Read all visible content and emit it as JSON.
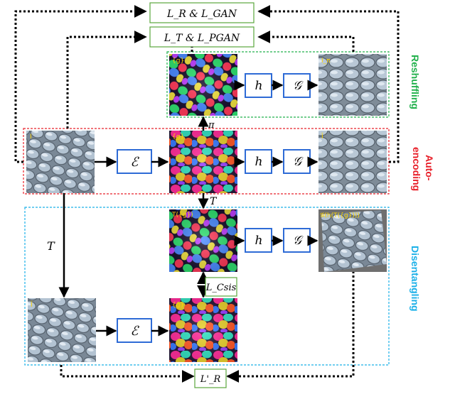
{
  "loss_boxes": {
    "top": "L_R & L_GAN",
    "second": "L_T & L_PGAN",
    "csis": "L_Csis",
    "bottom": "L'_R"
  },
  "modules": {
    "encoder": "ℰ",
    "h": "h",
    "generator": "𝒢"
  },
  "edge_labels": {
    "pi": "π",
    "T_mid": "T",
    "T_left": "T"
  },
  "image_tags": {
    "reshuffle_in": "{g}",
    "reshuffle_out": "I_π",
    "input": "I",
    "encode_out": "{g}",
    "recon": "Î",
    "transformed_g": "T({g})",
    "transformed_out": "𝒢(h(T({g})))",
    "transformed_input": "Ĩ",
    "g_tilde": "{ĝ}"
  },
  "sections": {
    "reshuffling": "Reshuffling",
    "autoencoding_1": "Auto-",
    "autoencoding_2": "encoding",
    "disentangling": "Disentangling"
  },
  "colors": {
    "reshuffling": "#22b14c",
    "autoencoding": "#e8202a",
    "disentangling": "#1ab0e8",
    "module_border": "#2e6bd6",
    "loss_border": "#5aa63c"
  }
}
